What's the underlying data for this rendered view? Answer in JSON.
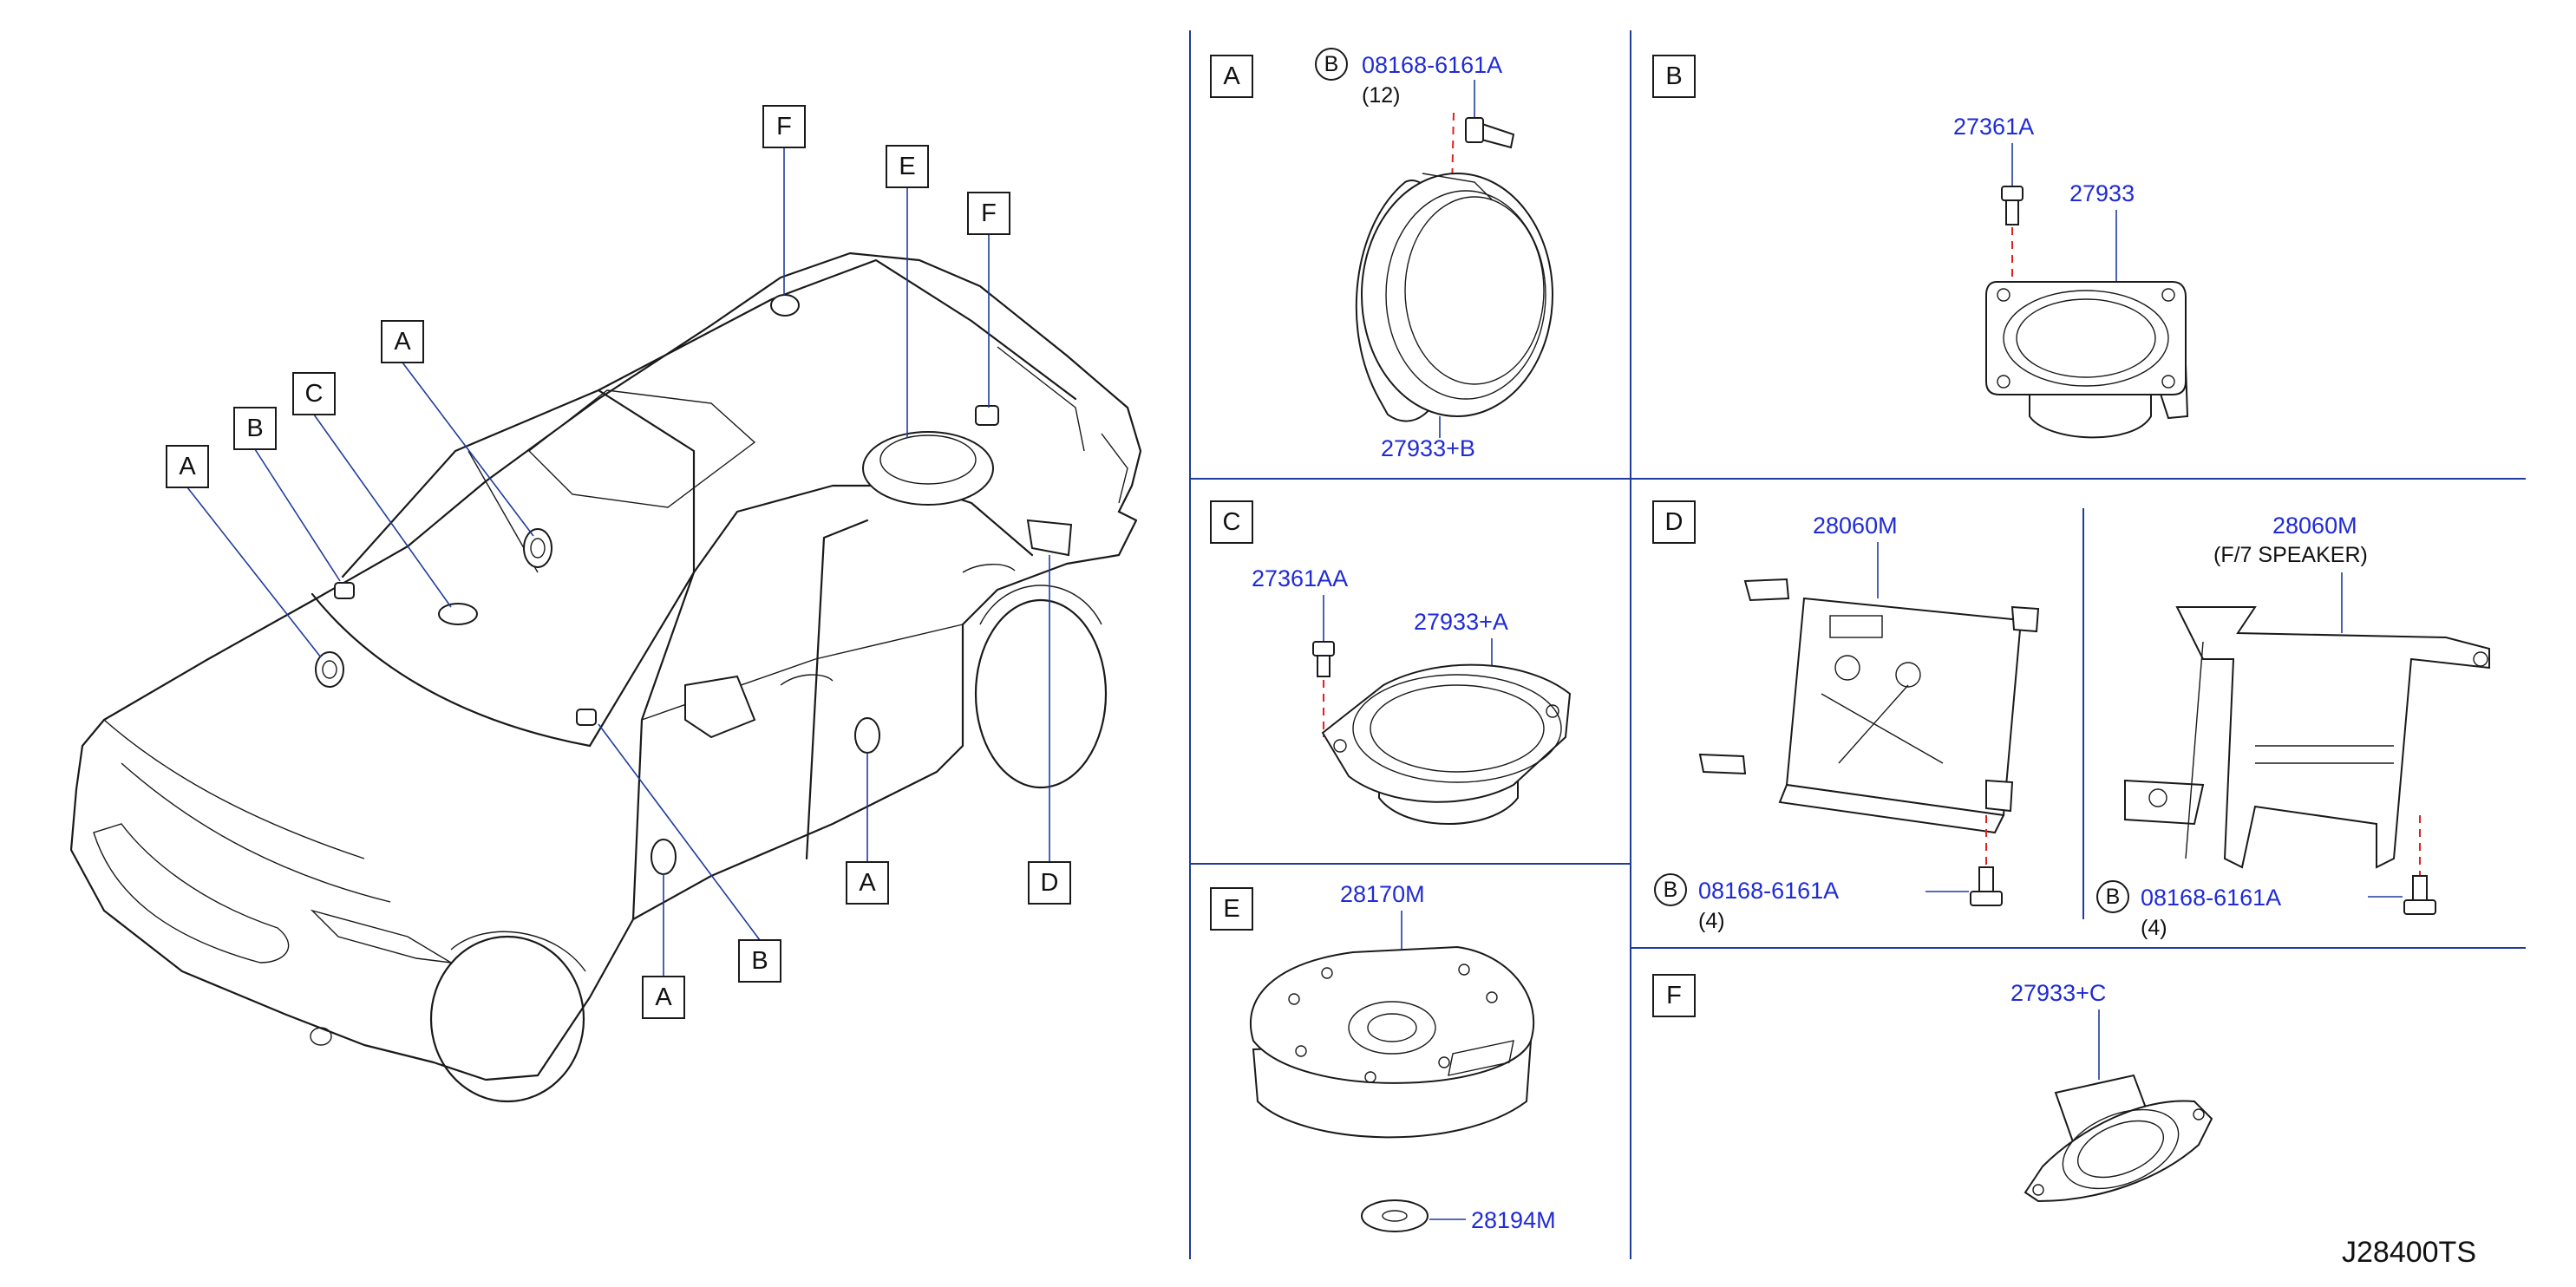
{
  "diagram_code": "J28400TS",
  "overview_tags": [
    "F",
    "E",
    "F",
    "A",
    "C",
    "B",
    "A",
    "A",
    "D",
    "B",
    "A"
  ],
  "panel_letters": {
    "a": "A",
    "b": "B",
    "c": "C",
    "d": "D",
    "e": "E",
    "f": "F"
  },
  "bolt_symbol": "B",
  "parts": {
    "bolt_a": "08168-6161A",
    "bolt_a_qty": "(12)",
    "speaker_a": "27933+B",
    "screw_b": "27361A",
    "speaker_b": "27933",
    "screw_c": "27361AA",
    "speaker_c": "27933+A",
    "amp_d": "28060M",
    "bolt_d1": "08168-6161A",
    "bolt_d1_qty": "(4)",
    "bracket_d": "28060M",
    "bracket_note": "(F/7   SPEAKER)",
    "bolt_d2": "08168-6161A",
    "bolt_d2_qty": "(4)",
    "woofer_e": "28170M",
    "washer_e": "28194M",
    "tweeter_f": "27933+C"
  }
}
